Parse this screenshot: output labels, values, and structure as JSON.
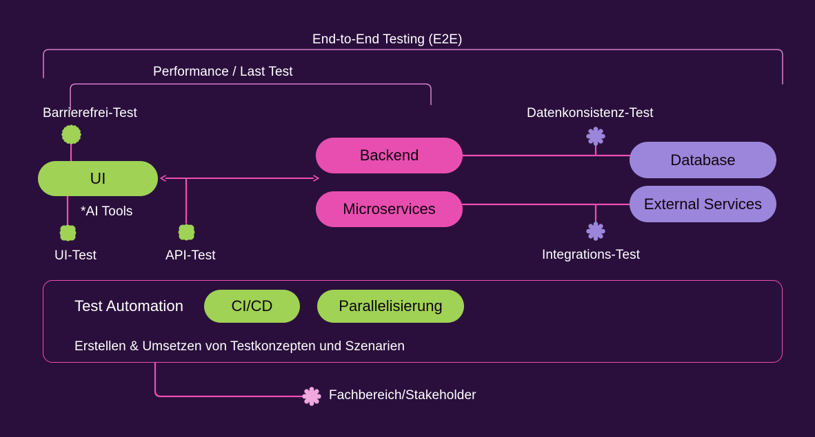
{
  "diagram": {
    "title": "End-to-End Testing (E2E)",
    "background_color": "#2a0f3c",
    "accent_pink": "#ef4fb4",
    "brand_green": "#9fd255",
    "brand_pink": "#e84eb0",
    "brand_purple": "#9c86dc",
    "brand_lightpink": "#f0a8de"
  },
  "brackets": {
    "e2e_label": "End-to-End Testing (E2E)",
    "performance_label": "Performance / Last Test"
  },
  "labels": {
    "barrierefrei": "Barrierefrei-Test",
    "datenkonsistenz": "Datenkonsistenz-Test",
    "ai_tools": "*AI Tools",
    "ui_test": "UI-Test",
    "api_test": "API-Test",
    "integrations": "Integrations-Test",
    "fachbereich": "Fachbereich/Stakeholder"
  },
  "nodes": {
    "ui": "UI",
    "backend": "Backend",
    "microservices": "Microservices",
    "database": "Database",
    "external_services": "External Services"
  },
  "automation_panel": {
    "title": "Test Automation",
    "chips": [
      "CI/CD",
      "Parallelisierung"
    ],
    "subtitle": "Erstellen & Umsetzen von Testkonzepten und Szenarien"
  },
  "icons": {
    "flower_blob": "flower-blob-icon",
    "gear_blob": "gear-blob-icon"
  }
}
